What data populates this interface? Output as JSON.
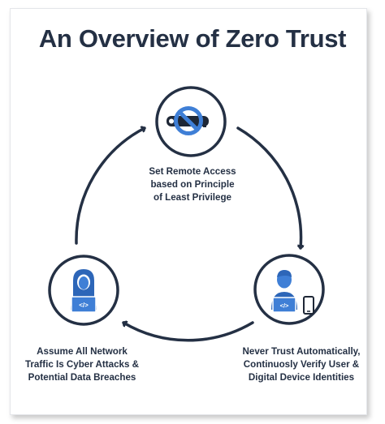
{
  "title": "An Overview of Zero Trust",
  "steps": [
    {
      "icon": "no-key-icon",
      "lines": [
        "Set Remote Access",
        "based on Principle",
        "of Least Privilege"
      ]
    },
    {
      "icon": "user-laptop-phone-icon",
      "lines": [
        "Never Trust Automatically,",
        "Continuosly Verify User &",
        "Digital Device Identities"
      ]
    },
    {
      "icon": "user-laptop-icon",
      "lines": [
        "Assume All Network",
        "Traffic Is Cyber Attacks &",
        "Potential Data Breaches"
      ]
    }
  ],
  "colors": {
    "navy": "#243044",
    "blue": "#3f7fd6",
    "code_symbol": "</>"
  }
}
